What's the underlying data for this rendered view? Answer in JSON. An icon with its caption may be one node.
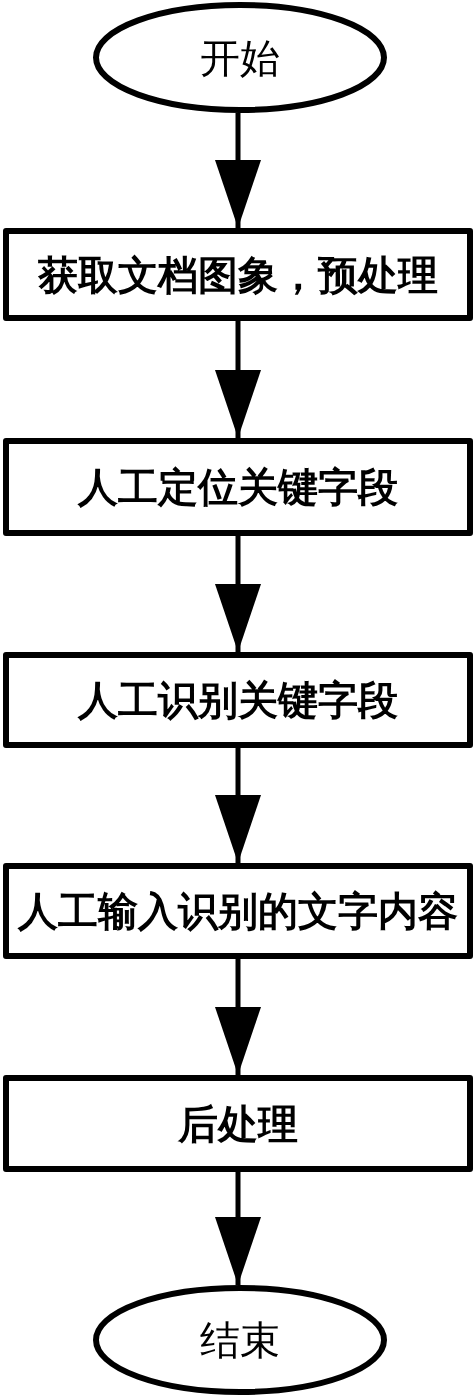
{
  "diagram": {
    "nodes": [
      {
        "text": [
          "开始"
        ]
      },
      {
        "text": [
          "获取文档图象，预处理"
        ]
      },
      {
        "text": [
          "人工定位关键字段"
        ]
      },
      {
        "text": [
          "人工识别关键字段"
        ]
      },
      {
        "text": [
          "人工输入识别的文字内容"
        ]
      },
      {
        "text": [
          "后处理"
        ]
      },
      {
        "text": [
          "结束"
        ]
      }
    ],
    "edges": [
      {
        "from": 0,
        "to": 1,
        "arrow": "to"
      },
      {
        "from": 1,
        "to": 2,
        "arrow": "to"
      },
      {
        "from": 2,
        "to": 3,
        "arrow": "to"
      },
      {
        "from": 3,
        "to": 4,
        "arrow": "to"
      },
      {
        "from": 4,
        "to": 5,
        "arrow": "to"
      },
      {
        "from": 5,
        "to": 6,
        "arrow": "to"
      }
    ]
  }
}
